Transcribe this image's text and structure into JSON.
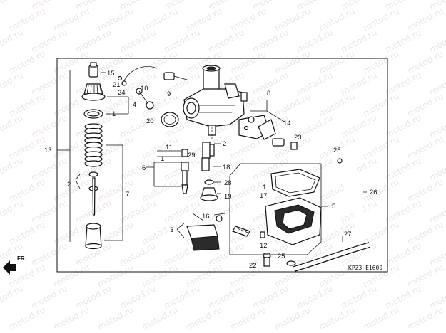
{
  "watermark": "motod.ru",
  "reference_code": "KPZ3-E1600",
  "direction_label": "FR.",
  "callouts": [
    "1",
    "2",
    "3",
    "4",
    "5",
    "6",
    "7",
    "8",
    "9",
    "10",
    "11",
    "12",
    "13",
    "14",
    "15",
    "16",
    "17",
    "18",
    "19",
    "20",
    "21",
    "22",
    "23",
    "24",
    "25",
    "26",
    "27",
    "28",
    "29"
  ],
  "colors": {
    "line": "#111111",
    "watermark": "#ece4ec",
    "background": "#ffffff"
  }
}
